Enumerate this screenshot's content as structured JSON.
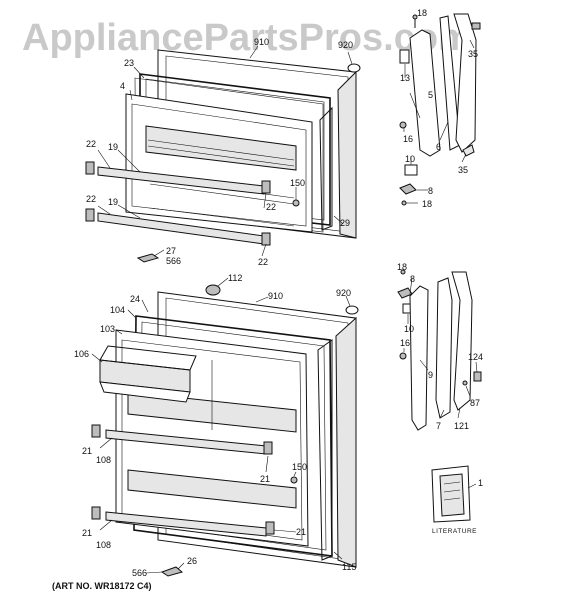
{
  "watermark": "AppliancePartsPros.com",
  "art_number": "(ART NO. WR18172 C4)",
  "literature_label": "LITERATURE",
  "callouts": {
    "c1": "1",
    "c4": "4",
    "c5": "5",
    "c6": "6",
    "c7": "7",
    "c8a": "8",
    "c8b": "8",
    "c9": "9",
    "c10a": "10",
    "c10b": "10",
    "c13": "13",
    "c16a": "16",
    "c16b": "16",
    "c18a": "18",
    "c18b": "18",
    "c18c": "18",
    "c19a": "19",
    "c19b": "19",
    "c21a": "21",
    "c21b": "21",
    "c21c": "21",
    "c21d": "21",
    "c22a": "22",
    "c22b": "22",
    "c22c": "22",
    "c22d": "22",
    "c23": "23",
    "c24": "24",
    "c26": "26",
    "c27": "27",
    "c29": "29",
    "c35a": "35",
    "c35b": "35",
    "c87": "87",
    "c103": "103",
    "c104": "104",
    "c106": "106",
    "c108a": "108",
    "c108b": "108",
    "c112": "112",
    "c115": "115",
    "c121": "121",
    "c124": "124",
    "c150a": "150",
    "c150b": "150",
    "c566a": "566",
    "c566b": "566",
    "c910a": "910",
    "c910b": "910",
    "c920a": "920",
    "c920b": "920"
  }
}
